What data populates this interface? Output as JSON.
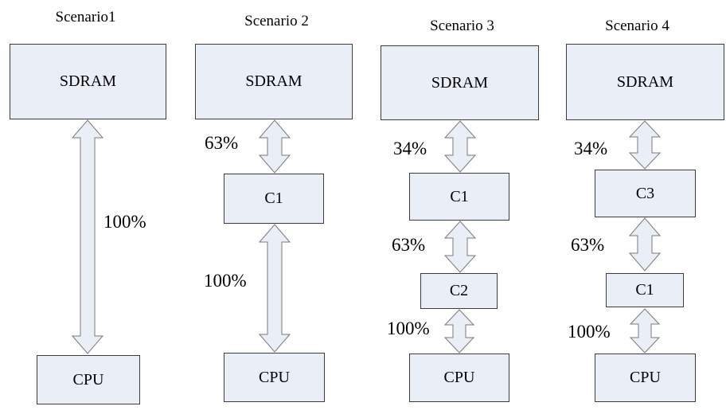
{
  "colors": {
    "page_bg": "#ffffff",
    "box_fill": "#e9eef7",
    "box_border": "#3c3c3c",
    "arrow_fill": "#e9eef7",
    "arrow_stroke": "#7a7a7a",
    "text": "#000000"
  },
  "scenarios": [
    {
      "title": "Scenario1",
      "boxes": [
        {
          "label": "SDRAM"
        },
        {
          "label": "CPU"
        }
      ],
      "links": [
        {
          "label": "100%"
        }
      ]
    },
    {
      "title": "Scenario 2",
      "boxes": [
        {
          "label": "SDRAM"
        },
        {
          "label": "C1"
        },
        {
          "label": "CPU"
        }
      ],
      "links": [
        {
          "label": "63%"
        },
        {
          "label": "100%"
        }
      ]
    },
    {
      "title": "Scenario 3",
      "boxes": [
        {
          "label": "SDRAM"
        },
        {
          "label": "C1"
        },
        {
          "label": "C2"
        },
        {
          "label": "CPU"
        }
      ],
      "links": [
        {
          "label": "34%"
        },
        {
          "label": "63%"
        },
        {
          "label": "100%"
        }
      ]
    },
    {
      "title": "Scenario 4",
      "boxes": [
        {
          "label": "SDRAM"
        },
        {
          "label": "C3"
        },
        {
          "label": "C1"
        },
        {
          "label": "CPU"
        }
      ],
      "links": [
        {
          "label": "34%"
        },
        {
          "label": "63%"
        },
        {
          "label": "100%"
        }
      ]
    }
  ]
}
